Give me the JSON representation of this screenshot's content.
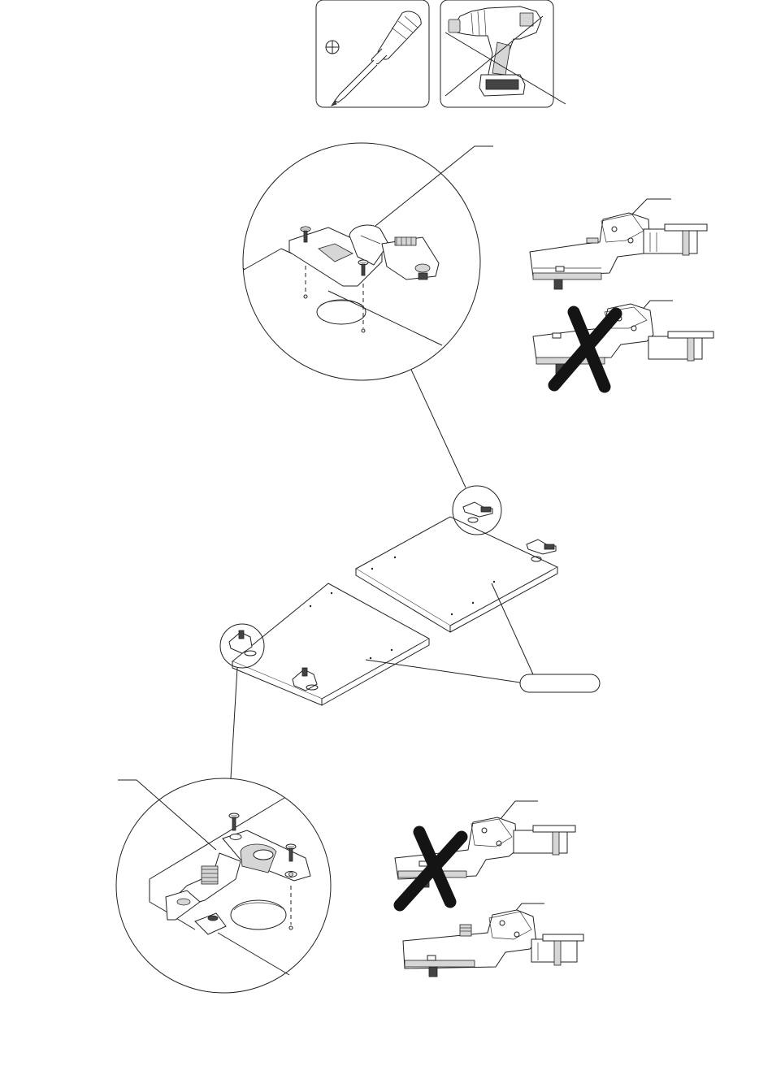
{
  "tools": [
    {
      "name": "phillips-screwdriver",
      "allowed": true
    },
    {
      "name": "cordless-drill",
      "allowed": false
    }
  ],
  "hinge_views": [
    {
      "position": "top-right-upper",
      "status": "correct"
    },
    {
      "position": "top-right-lower",
      "status": "incorrect"
    },
    {
      "position": "bottom-right-upper",
      "status": "incorrect"
    },
    {
      "position": "bottom-right-lower",
      "status": "correct"
    }
  ],
  "callout_label": {
    "text": ""
  },
  "colors": {
    "line": "#222222",
    "cross": "#141414",
    "fill": "#ffffff",
    "shade": "#d6d6d6"
  }
}
